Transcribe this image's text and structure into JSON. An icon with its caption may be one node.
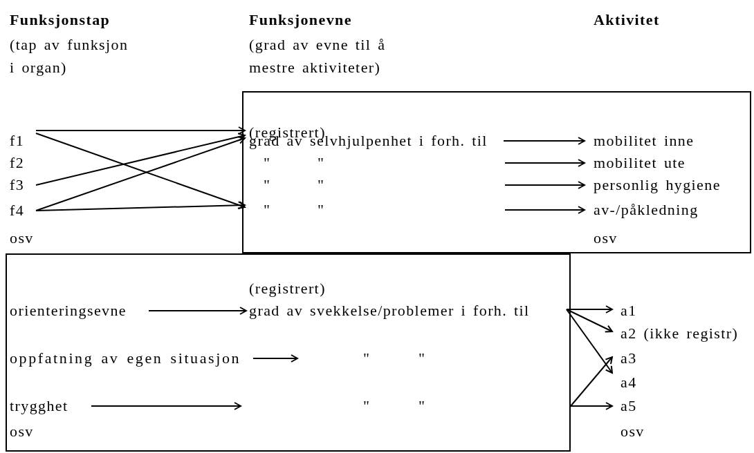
{
  "diagram": {
    "nodes": [
      {
        "text": [
          "f1"
        ]
      },
      {
        "text": [
          "f2"
        ]
      },
      {
        "text": [
          "f3"
        ]
      },
      {
        "text": [
          "f4"
        ]
      },
      {
        "text": [
          "(registrert)"
        ]
      },
      {
        "text": [
          "grad av selvhjulpenhet i forh. til"
        ],
        "in": 4
      },
      {
        "text": [
          "\"",
          "\""
        ],
        "in": 4
      },
      {
        "text": [
          "mobilitet inne"
        ],
        "in": 4
      },
      {
        "text": [
          "mobilitet ute"
        ],
        "in": 4
      },
      {
        "text": [
          "personlig hygiene"
        ],
        "in": 4
      },
      {
        "text": [
          "av-/påkledning"
        ],
        "in": 4
      },
      {
        "text": [
          "(registrert)"
        ]
      },
      {
        "text": [
          "orienteringsevne"
        ],
        "in": 11
      },
      {
        "text": [
          "grad av svekkelse/problemer i forh. til"
        ],
        "in": 11
      },
      {
        "text": [
          "oppfatning av egen situasjon"
        ],
        "in": 11
      },
      {
        "text": [
          "trygghet"
        ],
        "in": 11
      },
      {
        "text": [
          "a1"
        ]
      },
      {
        "text": [
          "a2 (ikke registr)"
        ]
      },
      {
        "text": [
          "a3"
        ]
      },
      {
        "text": [
          "a4"
        ]
      },
      {
        "text": [
          "a5"
        ]
      }
    ],
    "edges": [
      {
        "from": 0,
        "to": 5,
        "arrow": "to"
      },
      {
        "from": 0,
        "to": 6,
        "arrow": "to"
      },
      {
        "from": 2,
        "to": 5,
        "arrow": "to"
      },
      {
        "from": 3,
        "to": 5,
        "arrow": "to"
      },
      {
        "from": 3,
        "to": 6,
        "arrow": "to"
      },
      {
        "from": 5,
        "to": 7,
        "arrow": "to"
      },
      {
        "from": null,
        "to": 8,
        "arrow": "to"
      },
      {
        "from": null,
        "to": 9,
        "arrow": "to"
      },
      {
        "from": null,
        "to": 10,
        "arrow": "to"
      },
      {
        "from": 12,
        "to": 13,
        "arrow": "to"
      },
      {
        "from": 14,
        "to": null,
        "arrow": "to"
      },
      {
        "from": 15,
        "to": null,
        "arrow": "to"
      },
      {
        "from": 13,
        "to": 16,
        "arrow": "to"
      },
      {
        "from": 13,
        "to": 17,
        "arrow": "to"
      },
      {
        "from": 13,
        "to": 19,
        "arrow": "to"
      },
      {
        "from": 11,
        "to": 18,
        "arrow": "to"
      },
      {
        "from": 11,
        "to": 20,
        "arrow": "to"
      }
    ],
    "labels": [
      "Funksjonstap",
      "(tap av funksjon i organ)",
      "Funksjonevne",
      "(grad av evne til å mestre aktiviteter)",
      "Aktivitet",
      "\"",
      "\"",
      "\"",
      "\"",
      "osv",
      "osv",
      "\"",
      "\"",
      "\"",
      "\"",
      "osv",
      "osv"
    ]
  }
}
